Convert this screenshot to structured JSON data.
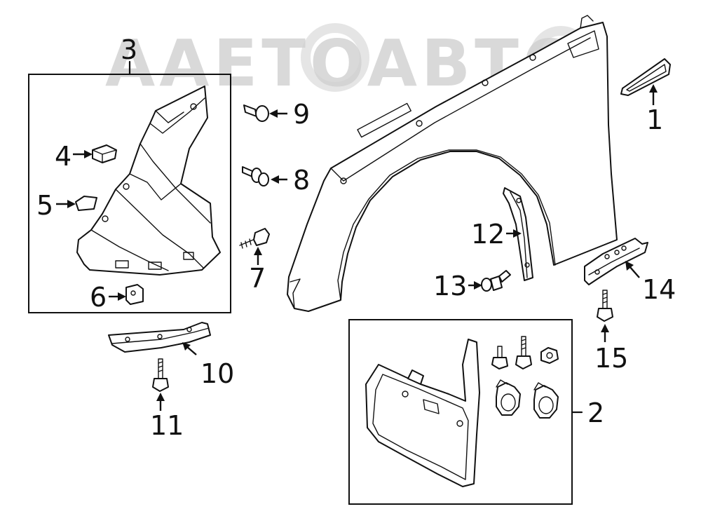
{
  "watermark": "AAETOABTO",
  "labels": {
    "p1": "1",
    "p2": "2",
    "p3": "3",
    "p4": "4",
    "p5": "5",
    "p6": "6",
    "p7": "7",
    "p8": "8",
    "p9": "9",
    "p10": "10",
    "p11": "11",
    "p12": "12",
    "p13": "13",
    "p14": "14",
    "p15": "15"
  }
}
